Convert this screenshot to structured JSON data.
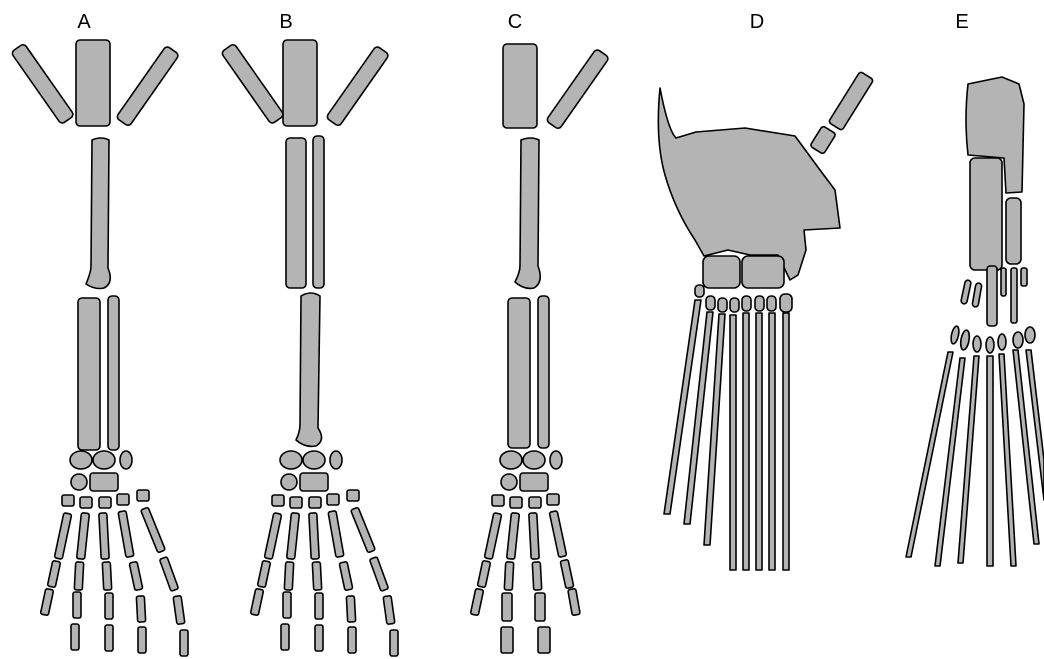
{
  "panels": [
    {
      "id": "a",
      "label": "A"
    },
    {
      "id": "b",
      "label": "B"
    },
    {
      "id": "c",
      "label": "C"
    },
    {
      "id": "d",
      "label": "D"
    },
    {
      "id": "e",
      "label": "E"
    }
  ],
  "colors": {
    "bone_fill": "#b4b4b4",
    "outline": "#000000",
    "background": "#ffffff"
  }
}
